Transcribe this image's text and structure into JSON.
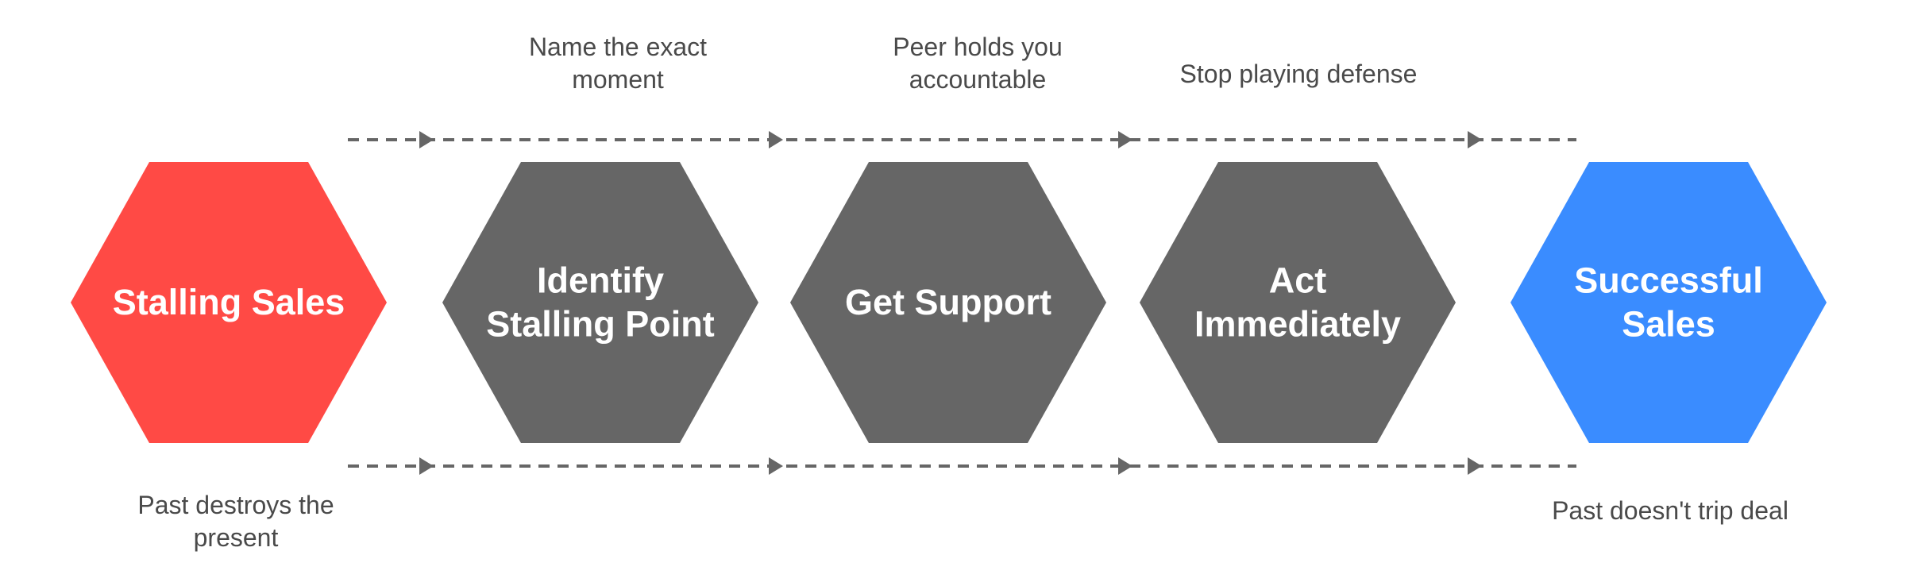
{
  "colors": {
    "start": "#ff4a45",
    "step": "#666666",
    "end": "#3a8cff",
    "arrow": "#666666",
    "hex_text": "#ffffff",
    "note_text": "#4a4a4a"
  },
  "steps": [
    {
      "id": "stalling-sales",
      "role": "start",
      "lines": [
        "Stalling Sales"
      ]
    },
    {
      "id": "identify-stalling-point",
      "role": "step",
      "lines": [
        "Identify",
        "Stalling Point"
      ]
    },
    {
      "id": "get-support",
      "role": "step",
      "lines": [
        "Get Support"
      ]
    },
    {
      "id": "act-immediately",
      "role": "step",
      "lines": [
        "Act",
        "Immediately"
      ]
    },
    {
      "id": "successful-sales",
      "role": "end",
      "lines": [
        "Successful",
        "Sales"
      ]
    }
  ],
  "top_notes": [
    {
      "id": "name-exact-moment",
      "lines": [
        "Name the exact",
        "moment"
      ]
    },
    {
      "id": "peer-accountable",
      "lines": [
        "Peer holds you",
        "accountable"
      ]
    },
    {
      "id": "stop-defense",
      "lines": [
        "Stop playing defense"
      ]
    }
  ],
  "bottom_notes": [
    {
      "id": "past-destroys",
      "lines": [
        "Past destroys the",
        "present"
      ]
    },
    {
      "id": "past-doesnt-trip",
      "lines": [
        "Past doesn't trip deal"
      ]
    }
  ]
}
